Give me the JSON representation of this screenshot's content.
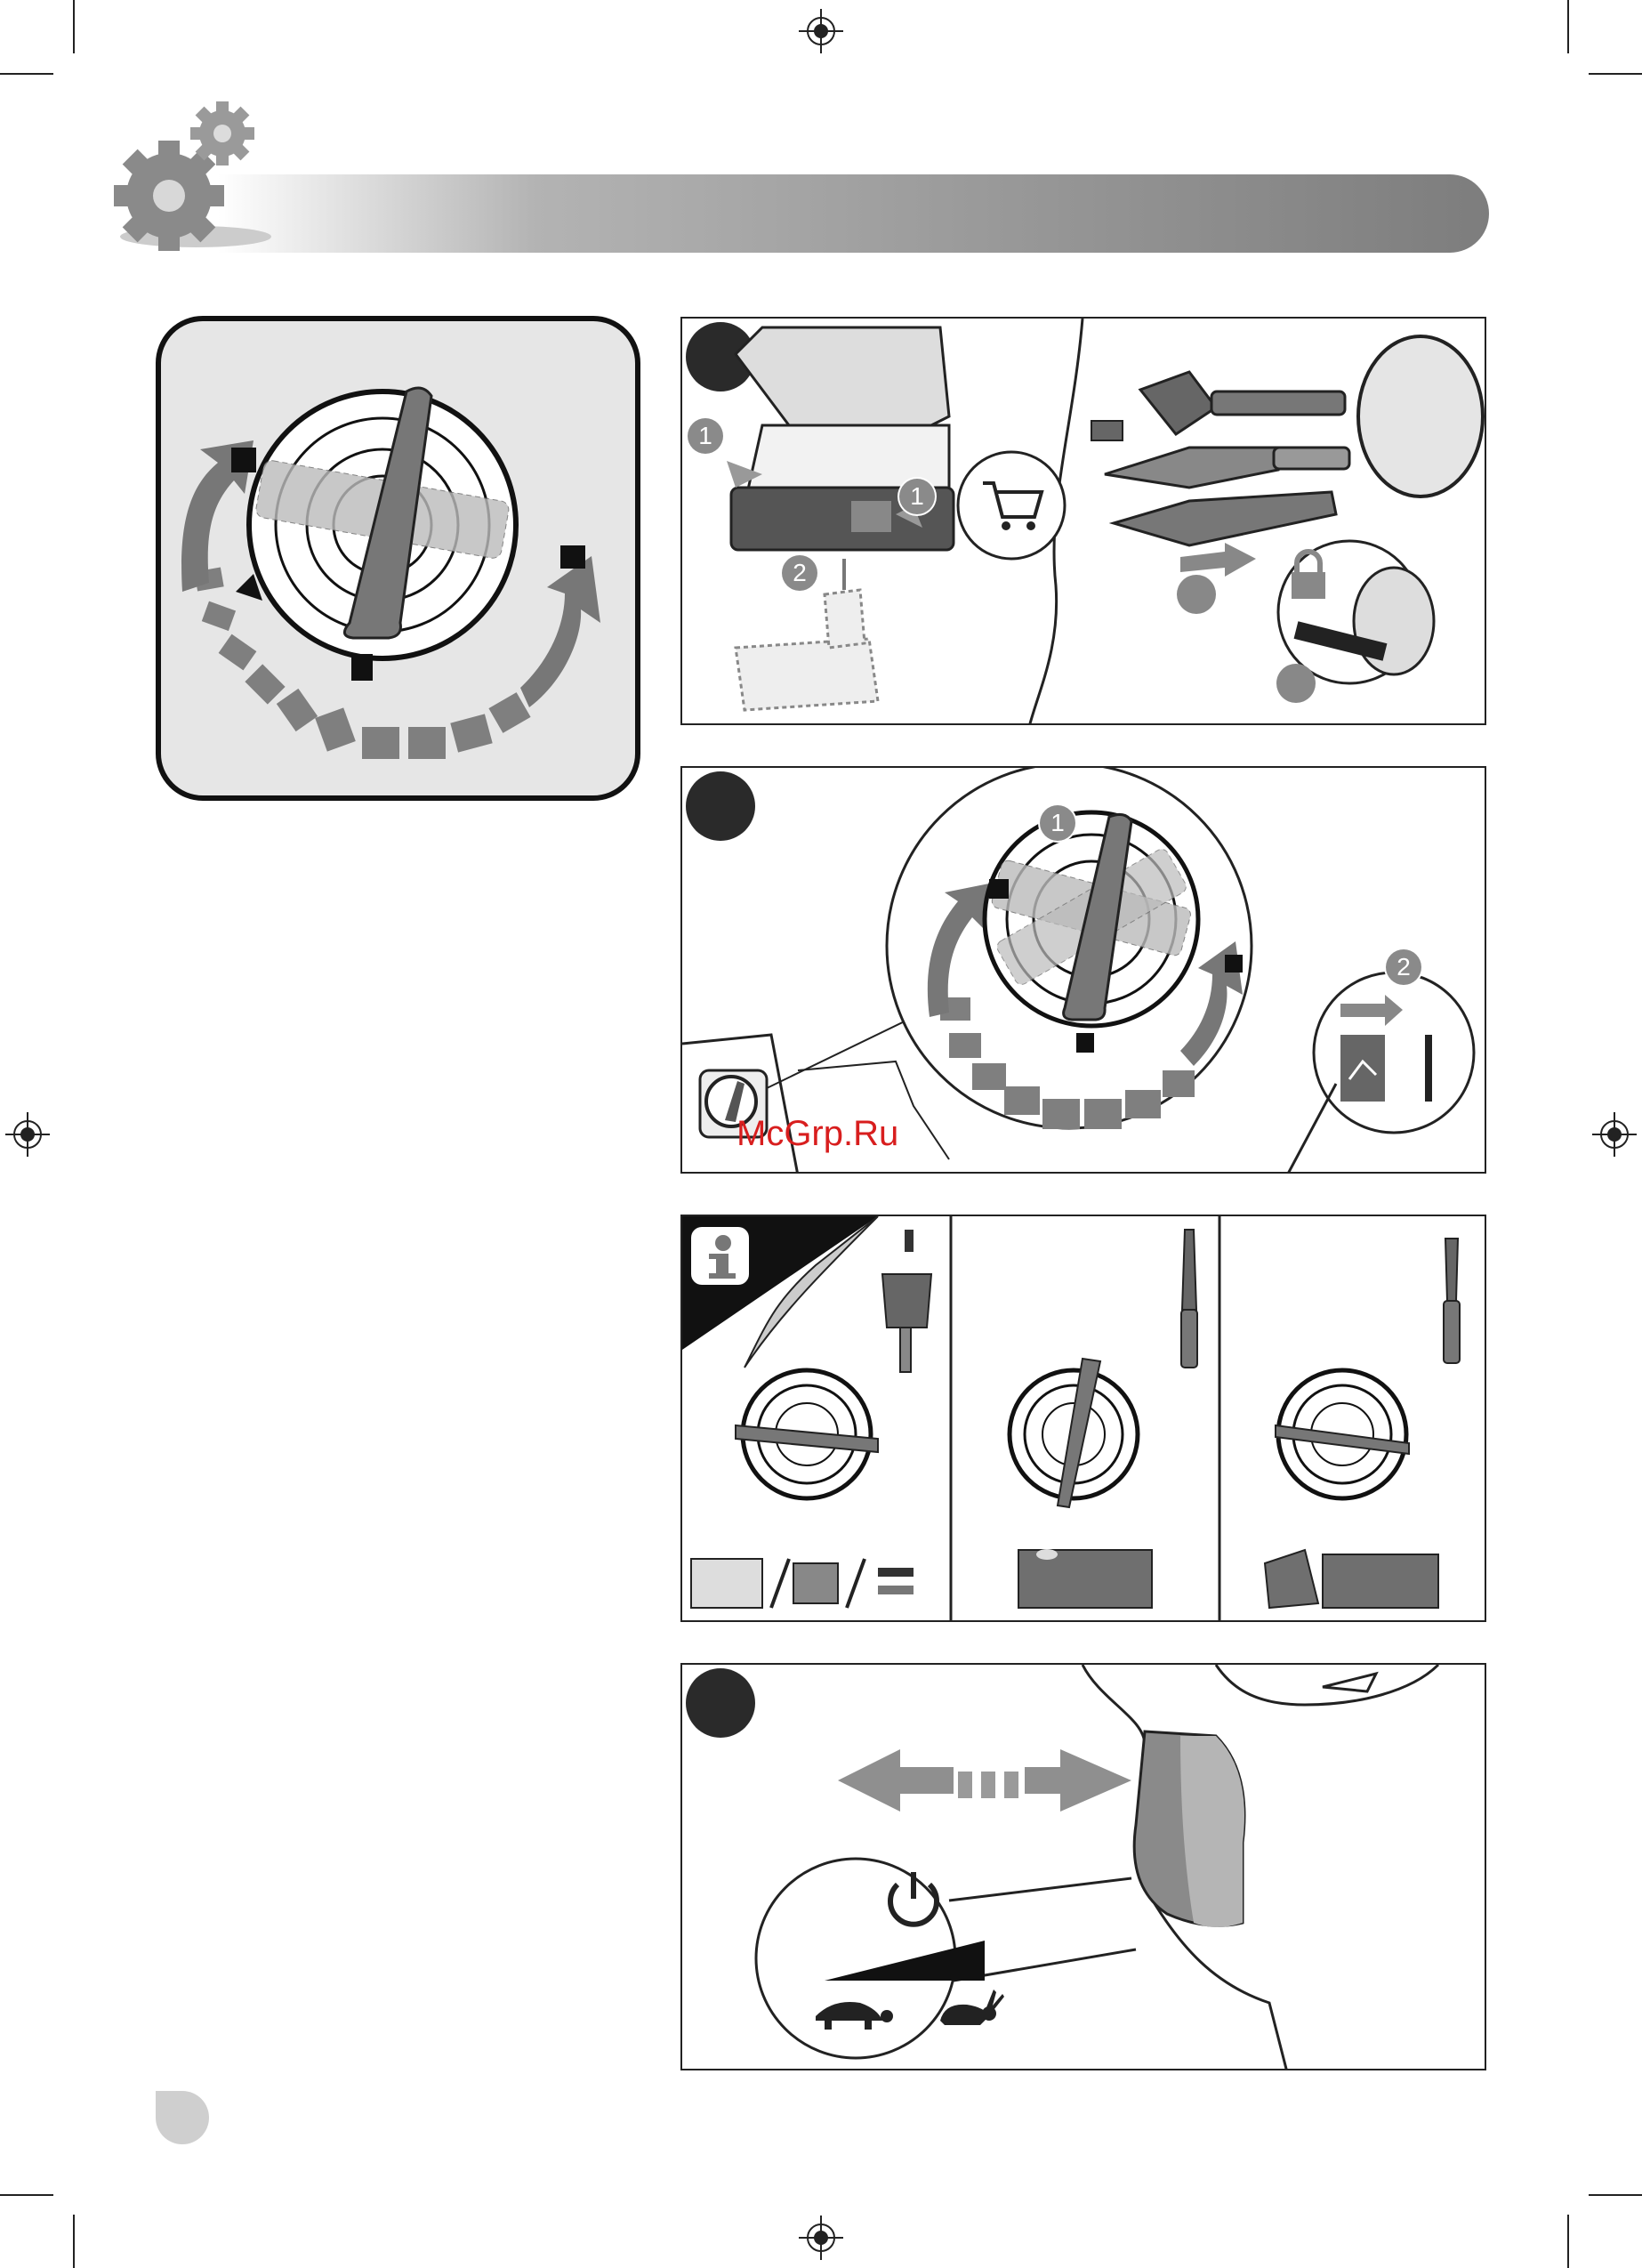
{
  "watermark": "McGrp.Ru",
  "steps": {
    "p1": {
      "a": "1",
      "b": "1",
      "c": "2"
    },
    "p2": {
      "a": "1",
      "b": "2"
    }
  },
  "colors": {
    "accent_gray": "#8a8a8a",
    "dark": "#2a2a2a",
    "panel_bg": "#e6e6e6"
  },
  "icons": [
    "gear-icon",
    "shopping-cart-icon",
    "padlock-icon",
    "power-icon",
    "turtle-icon",
    "rabbit-icon",
    "info-icon"
  ]
}
